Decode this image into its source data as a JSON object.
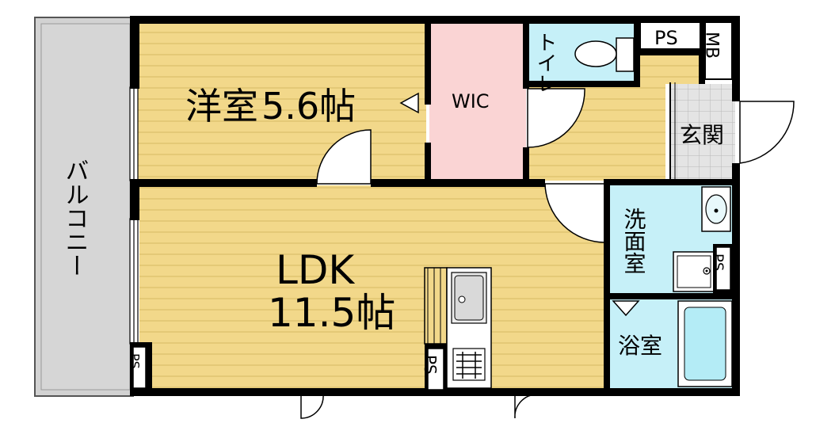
{
  "rooms": {
    "western_room": {
      "name": "洋室",
      "size": "5.6帖"
    },
    "wic": {
      "name": "WIC"
    },
    "toilet": {
      "name": "トイレ"
    },
    "ps_top": {
      "name": "PS"
    },
    "mb": {
      "name": "MB"
    },
    "entrance": {
      "name": "玄関"
    },
    "balcony": {
      "name": "バルコニー"
    },
    "ldk": {
      "name": "LDK",
      "size": "11.5帖"
    },
    "washroom": {
      "name": "洗面室"
    },
    "bathroom": {
      "name": "浴室"
    },
    "ps_left": {
      "name": "PS"
    },
    "ps_kitchen": {
      "name": "PS"
    },
    "ps_wash": {
      "name": "PS"
    }
  },
  "colors": {
    "floor_wood": "#f2d88a",
    "floor_line": "#dcc06c",
    "wic": "#fad4d4",
    "wet_area": "#c6f0f8",
    "balcony": "#d2d2d2",
    "wall": "#000000",
    "tile": "#e4e4e4"
  }
}
